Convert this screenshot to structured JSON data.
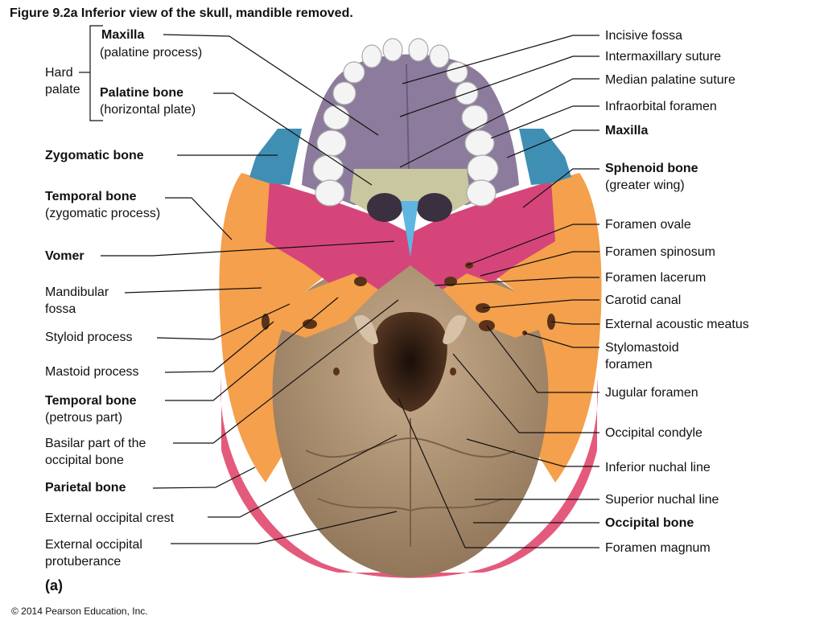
{
  "figure_title": "Figure 9.2a  Inferior view of the skull, mandible removed.",
  "panel_label": "(a)",
  "copyright": "© 2014 Pearson Education, Inc.",
  "left_labels": {
    "maxilla": "Maxilla",
    "maxilla_sub": "(palatine process)",
    "hard_palate": [
      "Hard",
      "palate"
    ],
    "palatine_bone": "Palatine bone",
    "palatine_sub": "(horizontal plate)",
    "zygomatic_bone": "Zygomatic bone",
    "temporal_zyg": "Temporal bone",
    "temporal_zyg_sub": "(zygomatic process)",
    "vomer": "Vomer",
    "mandibular_fossa": [
      "Mandibular",
      "fossa"
    ],
    "styloid_process": "Styloid process",
    "mastoid_process": "Mastoid process",
    "temporal_pet": "Temporal bone",
    "temporal_pet_sub": "(petrous part)",
    "basilar_part": [
      "Basilar part of the",
      "occipital bone"
    ],
    "parietal_bone": "Parietal bone",
    "ext_occ_crest": "External occipital crest",
    "ext_occ_prot": [
      "External occipital",
      "protuberance"
    ]
  },
  "right_labels": {
    "incisive_fossa": "Incisive fossa",
    "intermaxillary_suture": "Intermaxillary suture",
    "median_palatine_suture": "Median palatine suture",
    "infraorbital_foramen": "Infraorbital foramen",
    "maxilla": "Maxilla",
    "sphenoid_bone": "Sphenoid bone",
    "sphenoid_sub": "(greater wing)",
    "foramen_ovale": "Foramen ovale",
    "foramen_spinosum": "Foramen spinosum",
    "foramen_lacerum": "Foramen lacerum",
    "carotid_canal": "Carotid canal",
    "ext_acoustic_meatus": "External acoustic meatus",
    "stylomastoid": [
      "Stylomastoid",
      "foramen"
    ],
    "jugular_foramen": "Jugular foramen",
    "occipital_condyle": "Occipital condyle",
    "inferior_nuchal_line": "Inferior nuchal line",
    "superior_nuchal_line": "Superior nuchal line",
    "occipital_bone": "Occipital bone",
    "foramen_magnum": "Foramen magnum"
  },
  "colors": {
    "occipital": "#a58a6c",
    "temporal": "#f4a04c",
    "sphenoid": "#d6457a",
    "maxilla": "#8c7b9c",
    "palatine": "#c9c7a0",
    "zygomatic": "#3f8fb5",
    "vomer": "#5fb6e0",
    "parietal": "#e45a7c",
    "teeth": "#f2f2f2"
  }
}
